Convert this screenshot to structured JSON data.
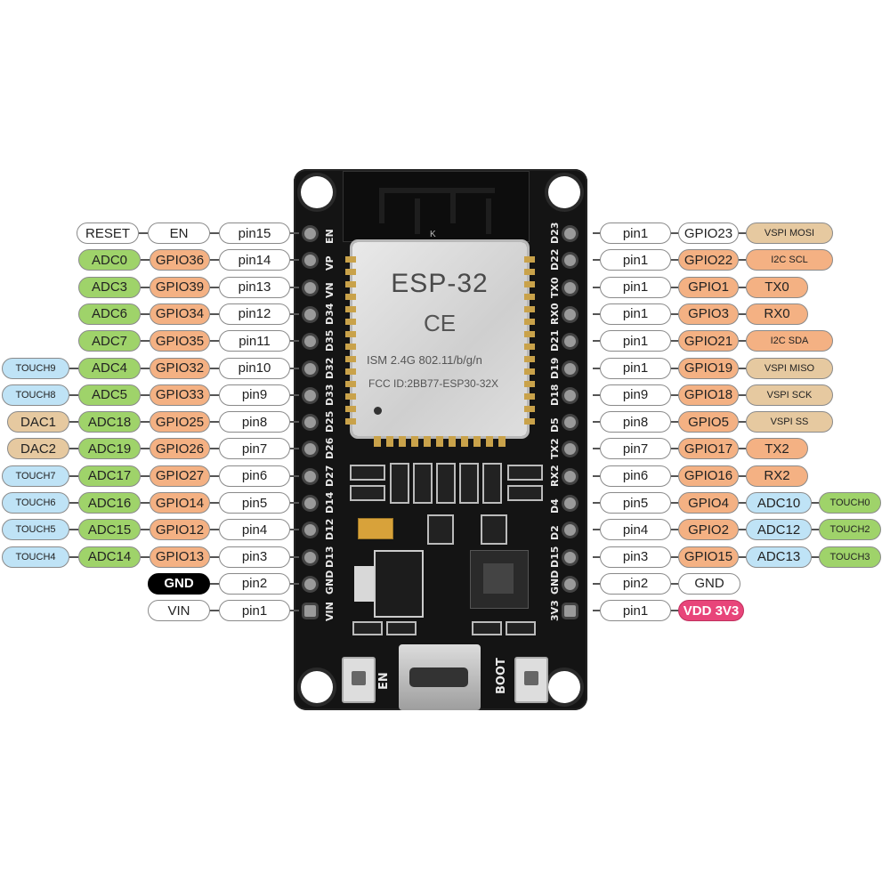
{
  "module": {
    "name": "ESP-32",
    "ce": "CE",
    "spec": "ISM 2.4G 802.11/b/g/n",
    "fcc": "FCC ID:2BB77-ESP30-32X",
    "mark": "K"
  },
  "buttons": {
    "en": "EN",
    "boot": "BOOT"
  },
  "colors": {
    "white": "#ffffff",
    "green": "#9fd36a",
    "orange": "#f4b183",
    "tan": "#e6c9a0",
    "blue": "#bfe3f6",
    "black": "#000000",
    "pink": "#e8457a"
  },
  "left_pins": [
    {
      "silk": "EN",
      "labels": [
        {
          "text": "RESET",
          "c": "white"
        },
        {
          "text": "EN",
          "c": "white"
        },
        {
          "text": "pin15",
          "c": "white"
        }
      ]
    },
    {
      "silk": "VP",
      "labels": [
        {
          "text": "ADC0",
          "c": "green"
        },
        {
          "text": "GPIO36",
          "c": "orange"
        },
        {
          "text": "pin14",
          "c": "white"
        }
      ]
    },
    {
      "silk": "VN",
      "labels": [
        {
          "text": "ADC3",
          "c": "green"
        },
        {
          "text": "GPIO39",
          "c": "orange"
        },
        {
          "text": "pin13",
          "c": "white"
        }
      ]
    },
    {
      "silk": "D34",
      "labels": [
        {
          "text": "ADC6",
          "c": "green"
        },
        {
          "text": "GPIO34",
          "c": "orange"
        },
        {
          "text": "pin12",
          "c": "white"
        }
      ]
    },
    {
      "silk": "D35",
      "labels": [
        {
          "text": "ADC7",
          "c": "green"
        },
        {
          "text": "GPIO35",
          "c": "orange"
        },
        {
          "text": "pin11",
          "c": "white"
        }
      ]
    },
    {
      "silk": "D32",
      "labels": [
        {
          "text": "TOUCH9",
          "c": "blue"
        },
        {
          "text": "ADC4",
          "c": "green"
        },
        {
          "text": "GPIO32",
          "c": "orange"
        },
        {
          "text": "pin10",
          "c": "white"
        }
      ]
    },
    {
      "silk": "D33",
      "labels": [
        {
          "text": "TOUCH8",
          "c": "blue"
        },
        {
          "text": "ADC5",
          "c": "green"
        },
        {
          "text": "GPIO33",
          "c": "orange"
        },
        {
          "text": "pin9",
          "c": "white"
        }
      ]
    },
    {
      "silk": "D25",
      "labels": [
        {
          "text": "DAC1",
          "c": "tan"
        },
        {
          "text": "ADC18",
          "c": "green"
        },
        {
          "text": "GPIO25",
          "c": "orange"
        },
        {
          "text": "pin8",
          "c": "white"
        }
      ]
    },
    {
      "silk": "D26",
      "labels": [
        {
          "text": "DAC2",
          "c": "tan"
        },
        {
          "text": "ADC19",
          "c": "green"
        },
        {
          "text": "GPIO26",
          "c": "orange"
        },
        {
          "text": "pin7",
          "c": "white"
        }
      ]
    },
    {
      "silk": "D27",
      "labels": [
        {
          "text": "TOUCH7",
          "c": "blue"
        },
        {
          "text": "ADC17",
          "c": "green"
        },
        {
          "text": "GPIO27",
          "c": "orange"
        },
        {
          "text": "pin6",
          "c": "white"
        }
      ]
    },
    {
      "silk": "D14",
      "labels": [
        {
          "text": "TOUCH6",
          "c": "blue"
        },
        {
          "text": "ADC16",
          "c": "green"
        },
        {
          "text": "GPIO14",
          "c": "orange"
        },
        {
          "text": "pin5",
          "c": "white"
        }
      ]
    },
    {
      "silk": "D12",
      "labels": [
        {
          "text": "TOUCH5",
          "c": "blue"
        },
        {
          "text": "ADC15",
          "c": "green"
        },
        {
          "text": "GPIO12",
          "c": "orange"
        },
        {
          "text": "pin4",
          "c": "white"
        }
      ]
    },
    {
      "silk": "D13",
      "labels": [
        {
          "text": "TOUCH4",
          "c": "blue"
        },
        {
          "text": "ADC14",
          "c": "green"
        },
        {
          "text": "GPIO13",
          "c": "orange"
        },
        {
          "text": "pin3",
          "c": "white"
        }
      ]
    },
    {
      "silk": "GND",
      "labels": [
        {
          "text": "GND",
          "c": "black"
        },
        {
          "text": "pin2",
          "c": "white"
        }
      ]
    },
    {
      "silk": "VIN",
      "labels": [
        {
          "text": "VIN",
          "c": "white"
        },
        {
          "text": "pin1",
          "c": "white"
        }
      ]
    }
  ],
  "right_pins": [
    {
      "silk": "D23",
      "labels": [
        {
          "text": "pin1",
          "c": "white"
        },
        {
          "text": "GPIO23",
          "c": "white"
        },
        {
          "text": "VSPI MOSI",
          "c": "tan"
        }
      ]
    },
    {
      "silk": "D22",
      "labels": [
        {
          "text": "pin1",
          "c": "white"
        },
        {
          "text": "GPIO22",
          "c": "orange"
        },
        {
          "text": "I2C SCL",
          "c": "orange"
        }
      ]
    },
    {
      "silk": "TX0",
      "labels": [
        {
          "text": "pin1",
          "c": "white"
        },
        {
          "text": "GPIO1",
          "c": "orange"
        },
        {
          "text": "TX0",
          "c": "orange"
        }
      ]
    },
    {
      "silk": "RX0",
      "labels": [
        {
          "text": "pin1",
          "c": "white"
        },
        {
          "text": "GPIO3",
          "c": "orange"
        },
        {
          "text": "RX0",
          "c": "orange"
        }
      ]
    },
    {
      "silk": "D21",
      "labels": [
        {
          "text": "pin1",
          "c": "white"
        },
        {
          "text": "GPIO21",
          "c": "orange"
        },
        {
          "text": "I2C SDA",
          "c": "orange"
        }
      ]
    },
    {
      "silk": "D19",
      "labels": [
        {
          "text": "pin1",
          "c": "white"
        },
        {
          "text": "GPIO19",
          "c": "orange"
        },
        {
          "text": "VSPI MISO",
          "c": "tan"
        }
      ]
    },
    {
      "silk": "D18",
      "labels": [
        {
          "text": "pin9",
          "c": "white"
        },
        {
          "text": "GPIO18",
          "c": "orange"
        },
        {
          "text": "VSPI SCK",
          "c": "tan"
        }
      ]
    },
    {
      "silk": "D5",
      "labels": [
        {
          "text": "pin8",
          "c": "white"
        },
        {
          "text": "GPIO5",
          "c": "orange"
        },
        {
          "text": "VSPI SS",
          "c": "tan"
        }
      ]
    },
    {
      "silk": "TX2",
      "labels": [
        {
          "text": "pin7",
          "c": "white"
        },
        {
          "text": "GPIO17",
          "c": "orange"
        },
        {
          "text": "TX2",
          "c": "orange"
        }
      ]
    },
    {
      "silk": "RX2",
      "labels": [
        {
          "text": "pin6",
          "c": "white"
        },
        {
          "text": "GPIO16",
          "c": "orange"
        },
        {
          "text": "RX2",
          "c": "orange"
        }
      ]
    },
    {
      "silk": "D4",
      "labels": [
        {
          "text": "pin5",
          "c": "white"
        },
        {
          "text": "GPIO4",
          "c": "orange"
        },
        {
          "text": "ADC10",
          "c": "blue"
        },
        {
          "text": "TOUCH0",
          "c": "green"
        }
      ]
    },
    {
      "silk": "D2",
      "labels": [
        {
          "text": "pin4",
          "c": "white"
        },
        {
          "text": "GPIO2",
          "c": "orange"
        },
        {
          "text": "ADC12",
          "c": "blue"
        },
        {
          "text": "TOUCH2",
          "c": "green"
        }
      ]
    },
    {
      "silk": "D15",
      "labels": [
        {
          "text": "pin3",
          "c": "white"
        },
        {
          "text": "GPIO15",
          "c": "orange"
        },
        {
          "text": "ADC13",
          "c": "blue"
        },
        {
          "text": "TOUCH3",
          "c": "green"
        }
      ]
    },
    {
      "silk": "GND",
      "labels": [
        {
          "text": "pin2",
          "c": "white"
        },
        {
          "text": "GND",
          "c": "white"
        }
      ]
    },
    {
      "silk": "3V3",
      "labels": [
        {
          "text": "pin1",
          "c": "white"
        },
        {
          "text": "VDD 3V3",
          "c": "pink"
        }
      ]
    }
  ]
}
